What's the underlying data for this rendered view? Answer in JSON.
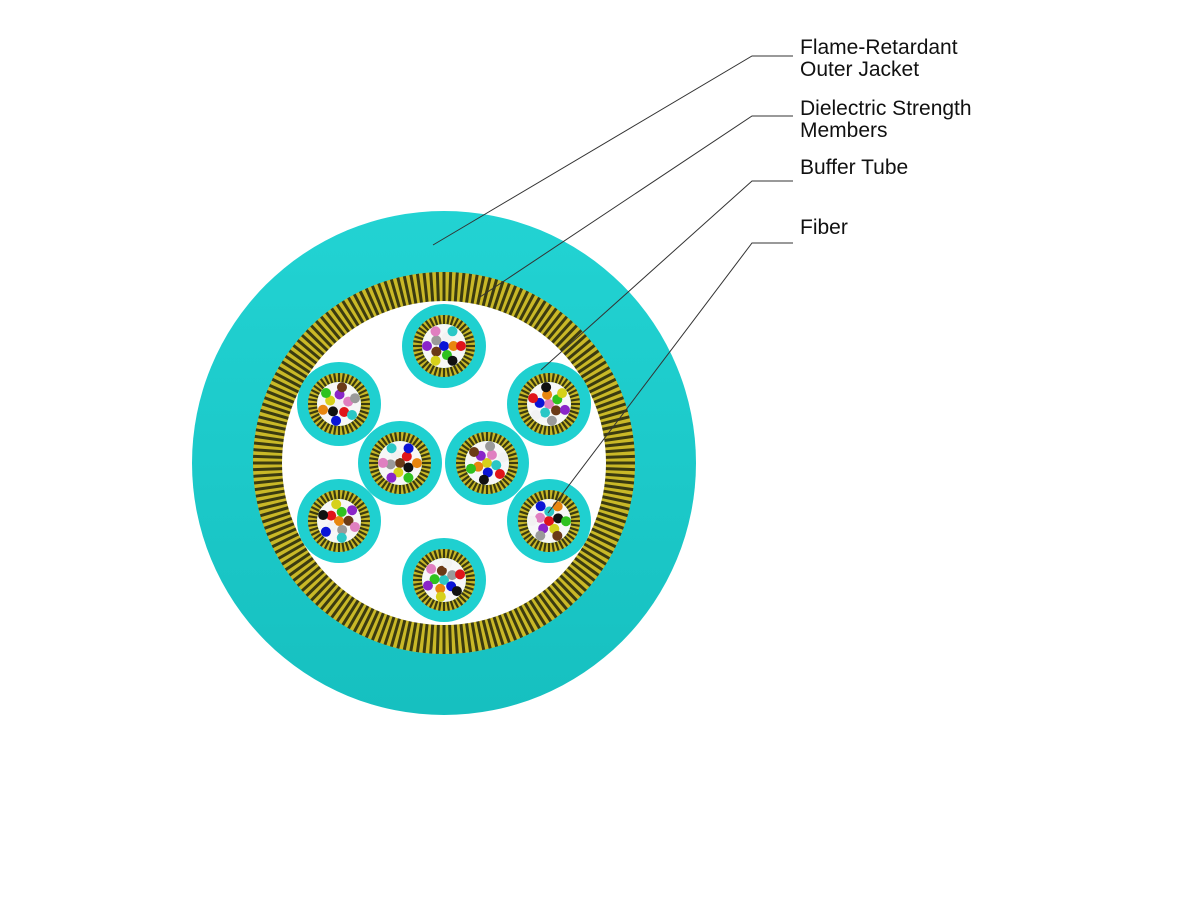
{
  "colors": {
    "jacket": "#1cc9ca",
    "jacket_dark": "#17b9bb",
    "strength_light": "#c9b827",
    "strength_dark": "#3b3b10",
    "buffer": "#1fd0d0",
    "core_bg": "#ffffff",
    "leader_line": "#333333"
  },
  "fiber_colors": [
    "#0a14d6",
    "#e8860f",
    "#2fc21f",
    "#6b3a17",
    "#9a9a9a",
    "#f2f2f2",
    "#e0141a",
    "#111111",
    "#d6d11a",
    "#8a25c9",
    "#e07fc0",
    "#2bc7c6"
  ],
  "callouts": [
    {
      "line1": "Flame-Retardant",
      "line2": "Outer Jacket"
    },
    {
      "line1": "Dielectric Strength",
      "line2": "Members"
    },
    {
      "line1": "Buffer Tube",
      "line2": ""
    },
    {
      "line1": "Fiber",
      "line2": ""
    }
  ]
}
